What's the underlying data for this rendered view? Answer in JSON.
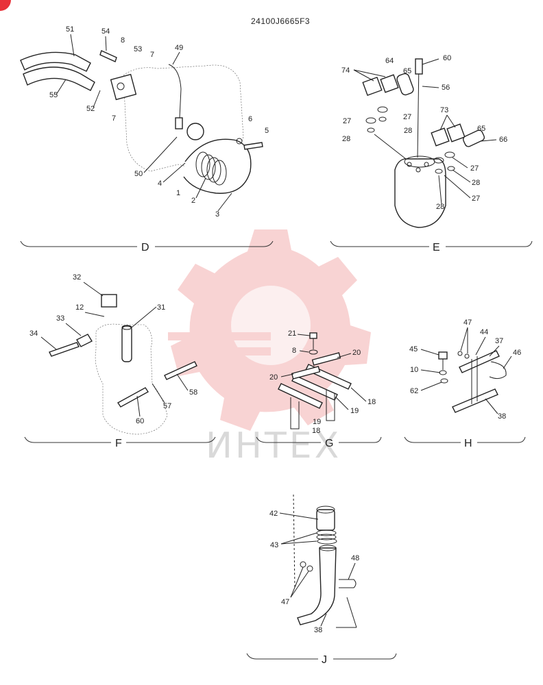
{
  "document": {
    "code": "24100J6665F3",
    "corner_badge_color": "#e8323a"
  },
  "watermark": {
    "text": "ИНТЕХ",
    "logo": "gear-logo",
    "color": "#f3b0b0"
  },
  "sections": {
    "D": {
      "label": "D",
      "callouts": [
        "51",
        "54",
        "8",
        "53",
        "7",
        "49",
        "55",
        "52",
        "7",
        "6",
        "5",
        "50",
        "4",
        "1",
        "2",
        "3"
      ]
    },
    "E": {
      "label": "E",
      "callouts": [
        "60",
        "74",
        "64",
        "65",
        "56",
        "27",
        "27",
        "28",
        "28",
        "73",
        "65",
        "66",
        "27",
        "28",
        "27",
        "28"
      ]
    },
    "F": {
      "label": "F",
      "callouts": [
        "32",
        "12",
        "31",
        "33",
        "34",
        "58",
        "57",
        "60"
      ]
    },
    "G": {
      "label": "G",
      "callouts": [
        "21",
        "8",
        "20",
        "20",
        "18",
        "19",
        "19",
        "18"
      ]
    },
    "H": {
      "label": "H",
      "callouts": [
        "47",
        "44",
        "37",
        "45",
        "46",
        "10",
        "62",
        "38"
      ]
    },
    "J": {
      "label": "J",
      "callouts": [
        "42",
        "43",
        "48",
        "47",
        "38"
      ]
    }
  }
}
